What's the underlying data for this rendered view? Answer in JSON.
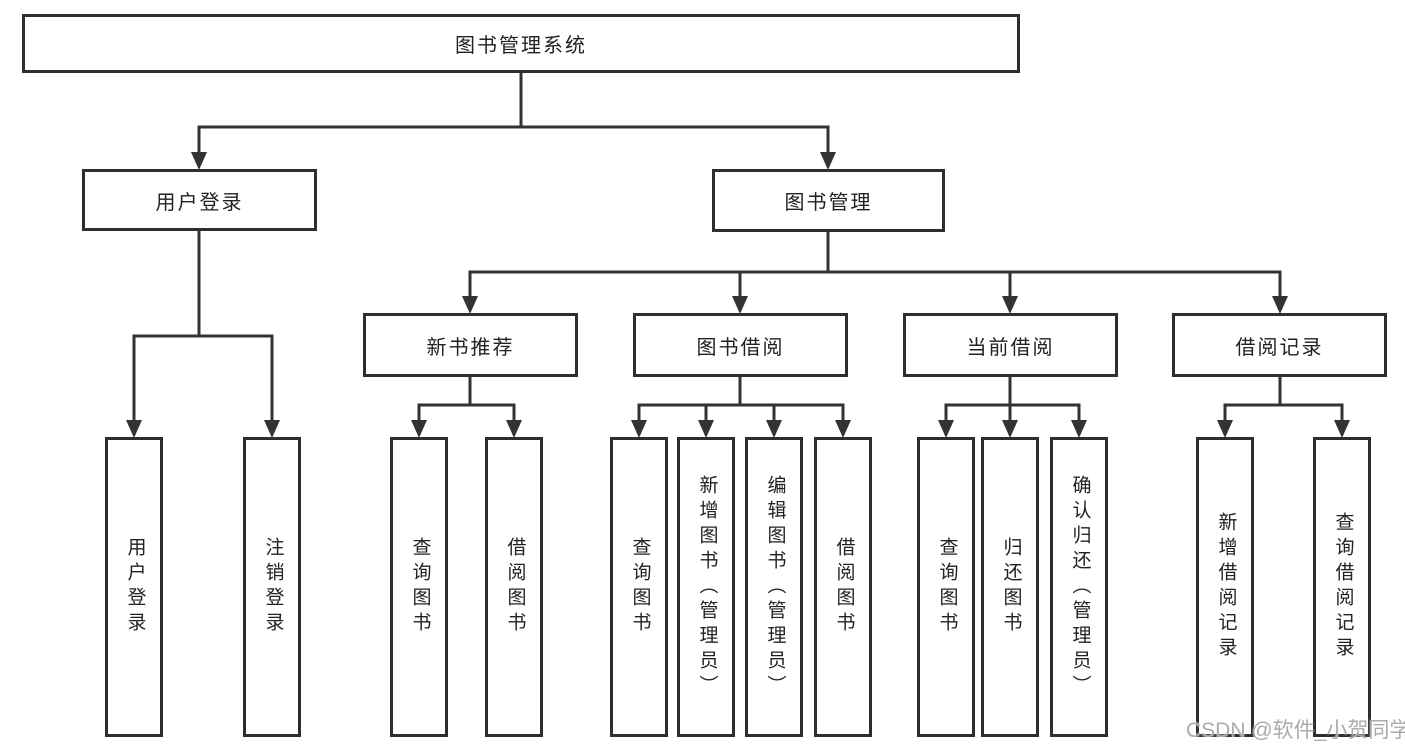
{
  "diagram": {
    "root": "图书管理系统",
    "user_login": {
      "label": "用户登录",
      "children": [
        "用户登录",
        "注销登录"
      ]
    },
    "book_mgmt": {
      "label": "图书管理",
      "sections": [
        {
          "label": "新书推荐",
          "children": [
            "查询图书",
            "借阅图书"
          ]
        },
        {
          "label": "图书借阅",
          "children": [
            "查询图书",
            "新增图书（管理员）",
            "编辑图书（管理员）",
            "借阅图书"
          ]
        },
        {
          "label": "当前借阅",
          "children": [
            "查询图书",
            "归还图书",
            "确认归还（管理员）"
          ]
        },
        {
          "label": "借阅记录",
          "children": [
            "新增借阅记录",
            "查询借阅记录"
          ]
        }
      ]
    },
    "watermark": "CSDN @软件_小贺同学",
    "colors": {
      "line": "#333333",
      "box_border": "#2e2e2e",
      "box_fill": "#ffffff",
      "text": "#222222",
      "watermark": "#ababab",
      "background": "#ffffff"
    }
  }
}
